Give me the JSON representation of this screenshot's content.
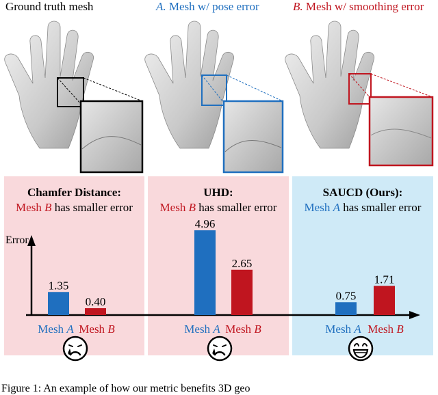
{
  "meshes": [
    {
      "prefix": "",
      "name": "Ground truth mesh",
      "color": "#000000"
    },
    {
      "prefix": "A.",
      "name": " Mesh w/ pose error",
      "color": "#1f6fbf"
    },
    {
      "prefix": "B.",
      "name": " Mesh w/ smoothing error",
      "color": "#c0151f"
    }
  ],
  "panels": [
    {
      "title": "Chamfer Distance:",
      "mesh_word": "Mesh",
      "mesh_letter": "B",
      "phrase": " has smaller error",
      "bg": "#f9d9dc",
      "text_color": "#c0151f",
      "face": "crying-face-icon"
    },
    {
      "title": "UHD:",
      "mesh_word": "Mesh",
      "mesh_letter": "B",
      "phrase": " has smaller error",
      "bg": "#f9d9dc",
      "text_color": "#c0151f",
      "face": "crying-face-icon"
    },
    {
      "title": "SAUCD (Ours):",
      "mesh_word": "Mesh",
      "mesh_letter": "A",
      "phrase": " has smaller error",
      "bg": "#cfeaf7",
      "text_color": "#1f6fbf",
      "face": "grinning-face-icon"
    }
  ],
  "colors": {
    "mesh_a": "#1f6fbf",
    "mesh_b": "#c0151f"
  },
  "chart_data": {
    "type": "bar",
    "ylabel": "Error",
    "groups": [
      {
        "metric": "Chamfer Distance",
        "categories": [
          "Mesh A",
          "Mesh B"
        ],
        "values": [
          1.35,
          0.4
        ]
      },
      {
        "metric": "UHD",
        "categories": [
          "Mesh A",
          "Mesh B"
        ],
        "values": [
          4.96,
          2.65
        ]
      },
      {
        "metric": "SAUCD (Ours)",
        "categories": [
          "Mesh A",
          "Mesh B"
        ],
        "values": [
          0.75,
          1.71
        ]
      }
    ],
    "category_labels": [
      {
        "word": "Mesh",
        "letter": "A"
      },
      {
        "word": "Mesh",
        "letter": "B"
      }
    ],
    "grid": false
  },
  "caption": "Figure 1: An example of how our metric benefits 3D geo"
}
